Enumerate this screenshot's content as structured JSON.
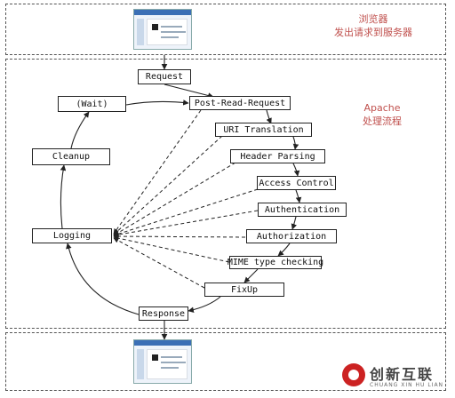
{
  "top_section": {
    "label_line1": "浏览器",
    "label_line2": "发出请求到服务器"
  },
  "apache_section": {
    "label_line1": "Apache",
    "label_line2": "处理流程"
  },
  "nodes": {
    "request": "Request",
    "wait": "(Wait)",
    "post_read_request": "Post-Read-Request",
    "uri_translation": "URI Translation",
    "header_parsing": "Header Parsing",
    "access_control": "Access Control",
    "authentication": "Authentication",
    "authorization": "Authorization",
    "mime_type_checking": "MIME type checking",
    "fixup": "FixUp",
    "response": "Response",
    "logging": "Logging",
    "cleanup": "Cleanup"
  },
  "watermark": {
    "brand_cn": "创新互联",
    "brand_en": "CHUANG XIN HU LIAN"
  },
  "colors": {
    "annotation": "#c0504d",
    "arrow": "#222222"
  }
}
